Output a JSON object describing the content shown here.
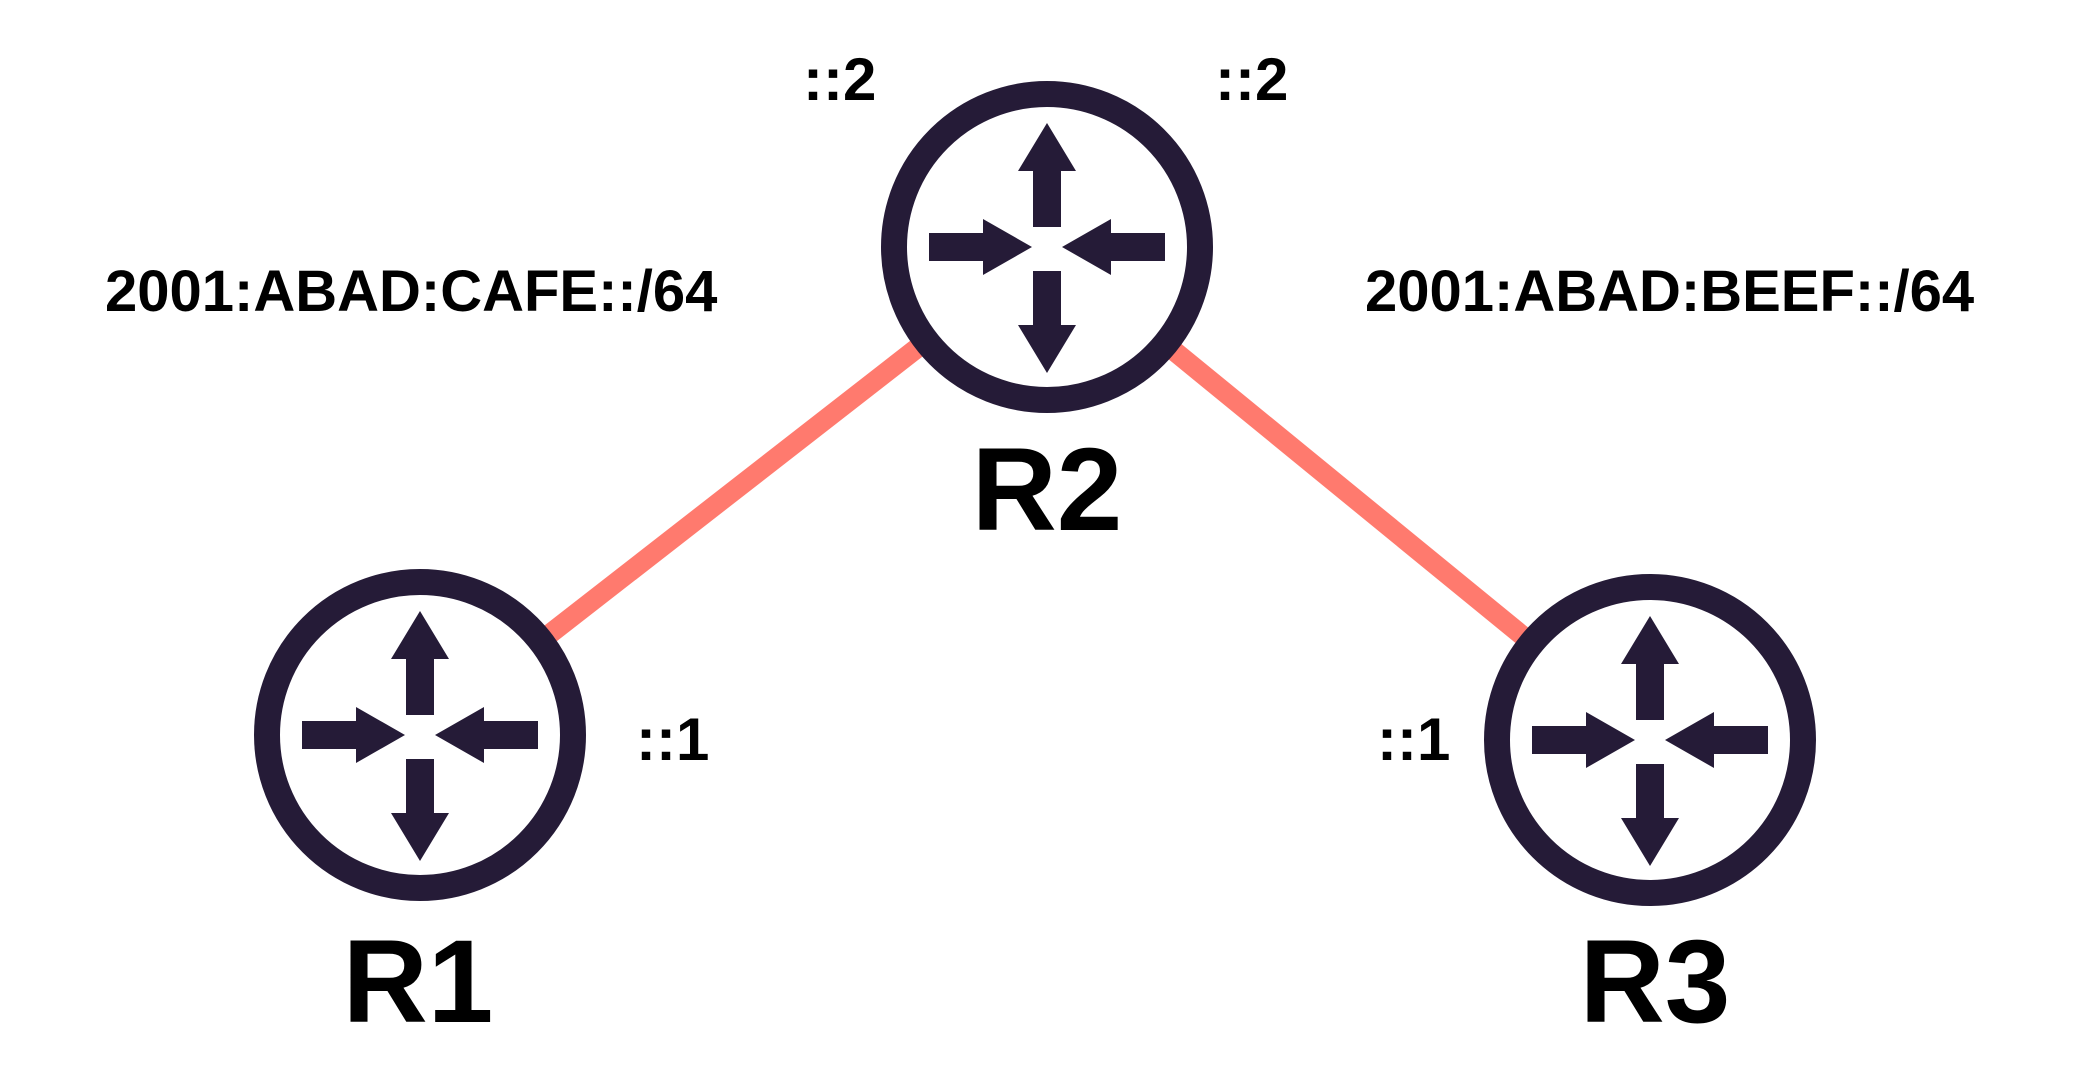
{
  "colors": {
    "link": "#FF7A6E",
    "router": "#251B37",
    "text": "#000000",
    "background": "#FFFFFF"
  },
  "icons": {
    "router": "router-icon"
  },
  "routers": [
    {
      "id": "r1",
      "name": "R1"
    },
    {
      "id": "r2",
      "name": "R2"
    },
    {
      "id": "r3",
      "name": "R3"
    }
  ],
  "links": [
    {
      "from": "R1",
      "to": "R2",
      "network": "2001:ABAD:CAFE::/64",
      "from_addr": "::1",
      "to_addr": "::2"
    },
    {
      "from": "R2",
      "to": "R3",
      "network": "2001:ABAD:BEEF::/64",
      "from_addr": "::2",
      "to_addr": "::1"
    }
  ]
}
